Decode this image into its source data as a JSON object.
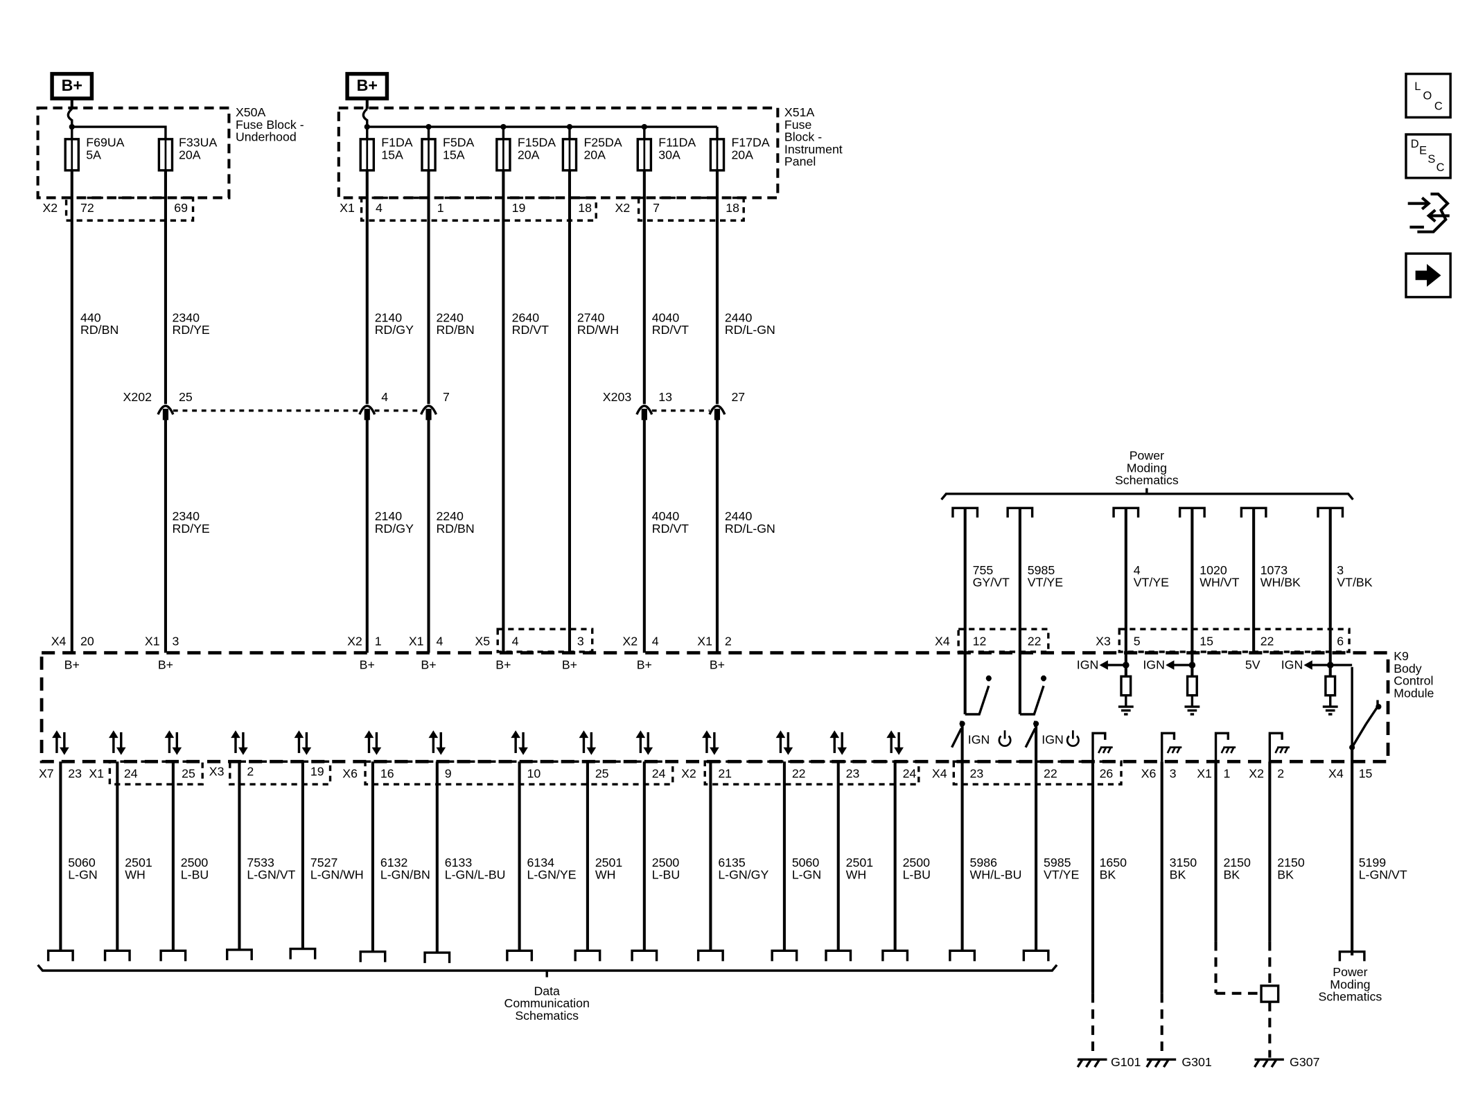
{
  "power_source_label": "B+",
  "fuse_blocks": [
    {
      "id": "X50A",
      "name": [
        "Fuse Block -",
        "Underhood"
      ],
      "fuses": [
        {
          "name": "F69UA",
          "rating": "5A"
        },
        {
          "name": "F33UA",
          "rating": "20A"
        }
      ]
    },
    {
      "id": "X51A",
      "name": [
        "Fuse",
        "Block -",
        "Instrument",
        "Panel"
      ],
      "fuses": [
        {
          "name": "F1DA",
          "rating": "15A"
        },
        {
          "name": "F5DA",
          "rating": "15A"
        },
        {
          "name": "F15DA",
          "rating": "20A"
        },
        {
          "name": "F25DA",
          "rating": "20A"
        },
        {
          "name": "F11DA",
          "rating": "30A"
        },
        {
          "name": "F17DA",
          "rating": "20A"
        }
      ]
    }
  ],
  "fuse_block_connectors": [
    "X2",
    "X1",
    "X2"
  ],
  "fuse_block_pins": [
    "72",
    "69",
    "4",
    "1",
    "19",
    "18",
    "7",
    "18"
  ],
  "supply_wires_upper": [
    {
      "circuit": "440",
      "color": "RD/BN"
    },
    {
      "circuit": "2340",
      "color": "RD/YE"
    },
    {
      "circuit": "2140",
      "color": "RD/GY"
    },
    {
      "circuit": "2240",
      "color": "RD/BN"
    },
    {
      "circuit": "2640",
      "color": "RD/VT"
    },
    {
      "circuit": "2740",
      "color": "RD/WH"
    },
    {
      "circuit": "4040",
      "color": "RD/VT"
    },
    {
      "circuit": "2440",
      "color": "RD/L-GN"
    }
  ],
  "inline_connectors": [
    {
      "id": "X202",
      "pins": [
        "25",
        "4",
        "7"
      ]
    },
    {
      "id": "X203",
      "pins": [
        "13",
        "27"
      ]
    }
  ],
  "supply_wires_lower": [
    {
      "circuit": "2340",
      "color": "RD/YE"
    },
    {
      "circuit": "2140",
      "color": "RD/GY"
    },
    {
      "circuit": "2240",
      "color": "RD/BN"
    },
    {
      "circuit": "4040",
      "color": "RD/VT"
    },
    {
      "circuit": "2440",
      "color": "RD/L-GN"
    }
  ],
  "module_top_connectors": [
    "X4",
    "X1",
    "X2",
    "X1",
    "X5",
    "X2",
    "X1",
    "X4",
    "X3"
  ],
  "module_top_pins": [
    "20",
    "3",
    "1",
    "4",
    "4",
    "3",
    "4",
    "2",
    "12",
    "22",
    "5",
    "15",
    "22",
    "6"
  ],
  "module_inputs": [
    "B+",
    "B+",
    "B+",
    "B+",
    "B+",
    "B+",
    "B+",
    "B+"
  ],
  "module_internal_labels": [
    "IGN",
    "IGN",
    "5V",
    "IGN",
    "IGN",
    "IGN"
  ],
  "module": {
    "id": "K9",
    "name": [
      "Body",
      "Control",
      "Module"
    ]
  },
  "power_moding_top": {
    "title": [
      "Power",
      "Moding",
      "Schematics"
    ]
  },
  "power_moding_wires": [
    {
      "circuit": "755",
      "color": "GY/VT"
    },
    {
      "circuit": "5985",
      "color": "VT/YE"
    },
    {
      "circuit": "4",
      "color": "VT/YE"
    },
    {
      "circuit": "1020",
      "color": "WH/VT"
    },
    {
      "circuit": "1073",
      "color": "WH/BK"
    },
    {
      "circuit": "3",
      "color": "VT/BK"
    }
  ],
  "module_bottom_connectors": [
    "X7",
    "X1",
    "X3",
    "X6",
    "X2",
    "X4",
    "X6",
    "X1",
    "X2",
    "X4"
  ],
  "module_bottom_pins": [
    "23",
    "24",
    "25",
    "2",
    "19",
    "16",
    "9",
    "10",
    "25",
    "24",
    "21",
    "22",
    "23",
    "24",
    "23",
    "22",
    "26",
    "3",
    "1",
    "2",
    "15"
  ],
  "data_wires": [
    {
      "circuit": "5060",
      "color": "L-GN"
    },
    {
      "circuit": "2501",
      "color": "WH"
    },
    {
      "circuit": "2500",
      "color": "L-BU"
    },
    {
      "circuit": "7533",
      "color": "L-GN/VT"
    },
    {
      "circuit": "7527",
      "color": "L-GN/WH"
    },
    {
      "circuit": "6132",
      "color": "L-GN/BN"
    },
    {
      "circuit": "6133",
      "color": "L-GN/L-BU"
    },
    {
      "circuit": "6134",
      "color": "L-GN/YE"
    },
    {
      "circuit": "2501",
      "color": "WH"
    },
    {
      "circuit": "2500",
      "color": "L-BU"
    },
    {
      "circuit": "6135",
      "color": "L-GN/GY"
    },
    {
      "circuit": "5060",
      "color": "L-GN"
    },
    {
      "circuit": "2501",
      "color": "WH"
    },
    {
      "circuit": "2500",
      "color": "L-BU"
    },
    {
      "circuit": "5986",
      "color": "WH/L-BU"
    },
    {
      "circuit": "5985",
      "color": "VT/YE"
    }
  ],
  "ground_wires": [
    {
      "circuit": "1650",
      "color": "BK"
    },
    {
      "circuit": "3150",
      "color": "BK"
    },
    {
      "circuit": "2150",
      "color": "BK"
    },
    {
      "circuit": "2150",
      "color": "BK"
    }
  ],
  "output_wire": {
    "circuit": "5199",
    "color": "L-GN/VT"
  },
  "data_comm": {
    "title": [
      "Data",
      "Communication",
      "Schematics"
    ]
  },
  "power_moding_bottom": {
    "title": [
      "Power",
      "Moding",
      "Schematics"
    ]
  },
  "grounds": [
    "G101",
    "G301",
    "G307"
  ],
  "nav": {
    "loc": [
      "L",
      "O",
      "C"
    ],
    "desc": [
      "D",
      "E",
      "S",
      "C"
    ]
  }
}
